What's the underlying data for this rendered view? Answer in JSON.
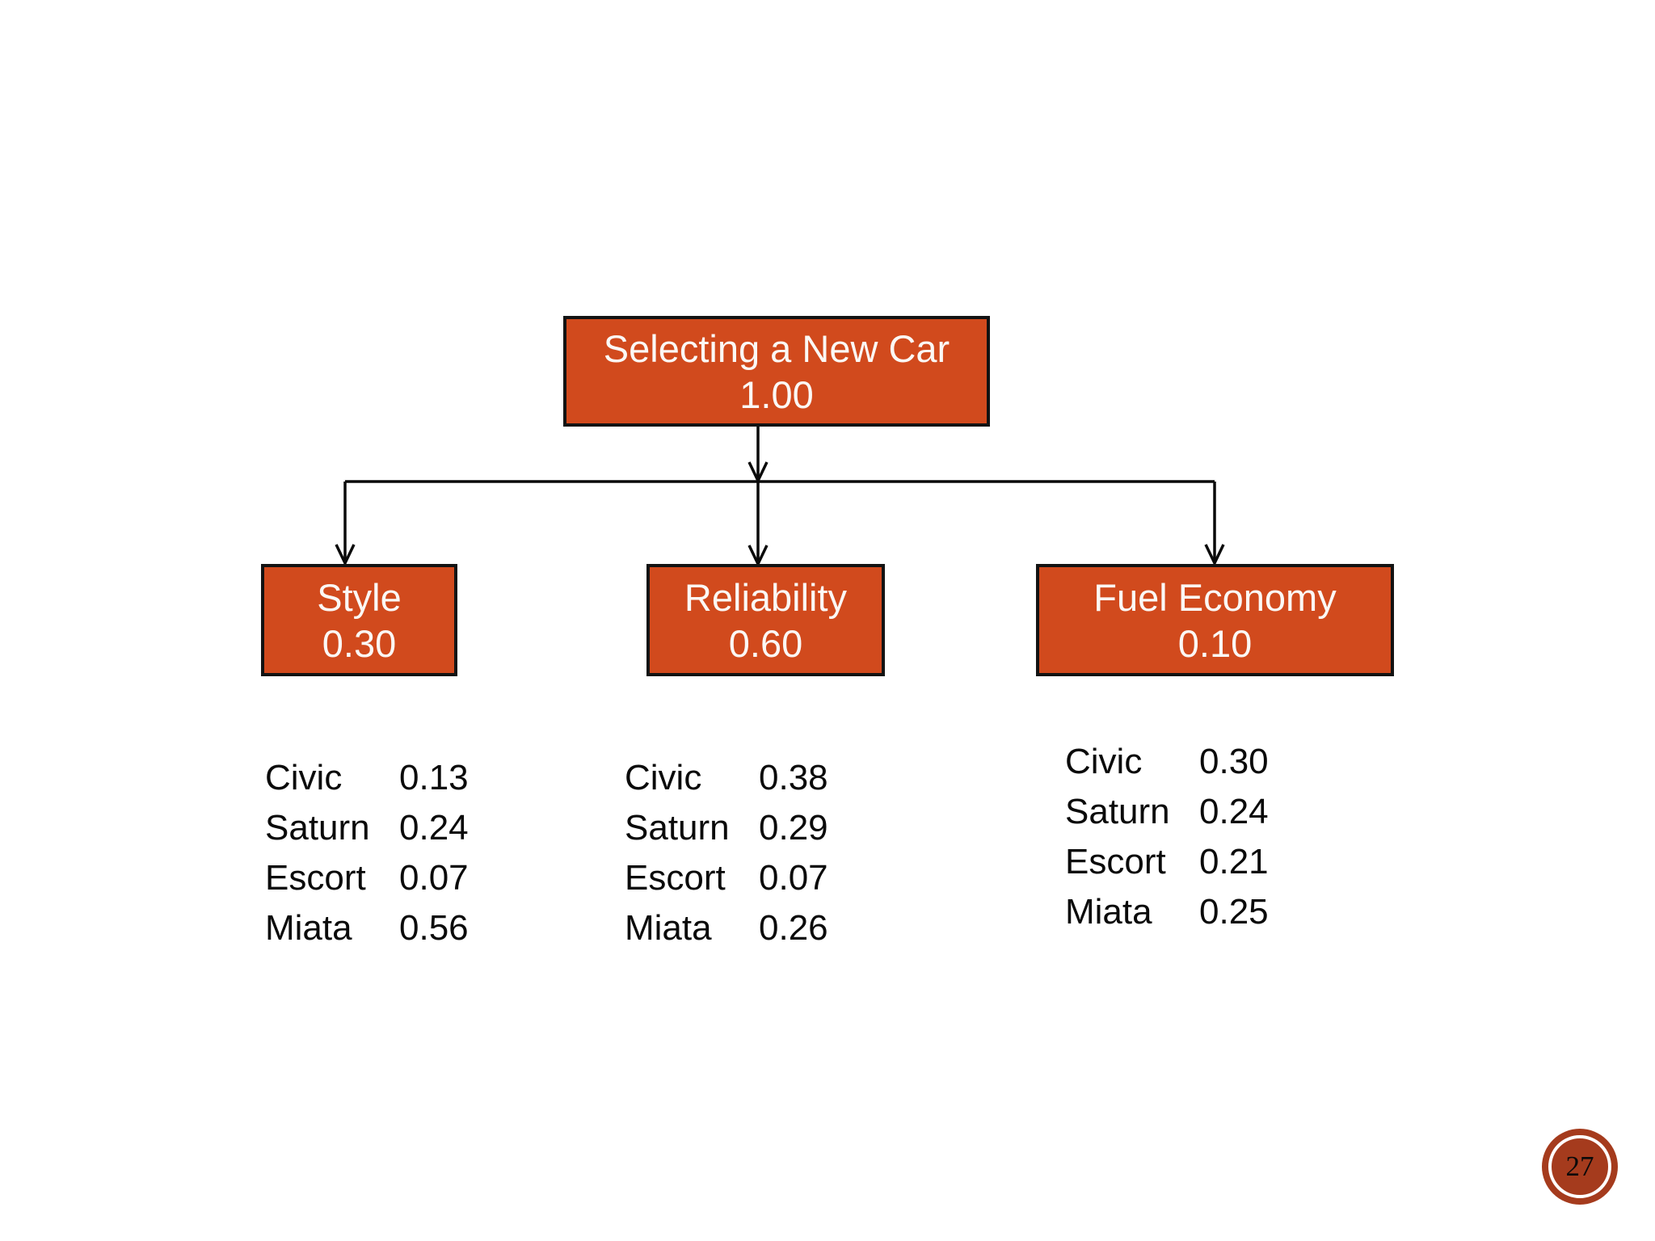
{
  "slide": {
    "page_number": "27"
  },
  "colors": {
    "node_fill": "#d14a1d",
    "node_border": "#131313",
    "node_text": "#fbf8f5",
    "connector": "#0a0a0a",
    "list_text": "#0a0a0a",
    "badge_fill": "#a53b1d",
    "badge_ring": "#ffffff",
    "badge_text": "#0a0a0a"
  },
  "hierarchy": {
    "root": {
      "label": "Selecting a New Car",
      "weight": "1.00"
    },
    "criteria": [
      {
        "label": "Style",
        "weight": "0.30",
        "alternatives": [
          {
            "name": "Civic",
            "score": "0.13"
          },
          {
            "name": "Saturn",
            "score": "0.24"
          },
          {
            "name": "Escort",
            "score": "0.07"
          },
          {
            "name": "Miata",
            "score": "0.56"
          }
        ]
      },
      {
        "label": "Reliability",
        "weight": "0.60",
        "alternatives": [
          {
            "name": "Civic",
            "score": "0.38"
          },
          {
            "name": "Saturn",
            "score": "0.29"
          },
          {
            "name": "Escort",
            "score": "0.07"
          },
          {
            "name": "Miata",
            "score": "0.26"
          }
        ]
      },
      {
        "label": "Fuel Economy",
        "weight": "0.10",
        "alternatives": [
          {
            "name": "Civic",
            "score": "0.30"
          },
          {
            "name": "Saturn",
            "score": "0.24"
          },
          {
            "name": "Escort",
            "score": "0.21"
          },
          {
            "name": "Miata",
            "score": "0.25"
          }
        ]
      }
    ]
  }
}
